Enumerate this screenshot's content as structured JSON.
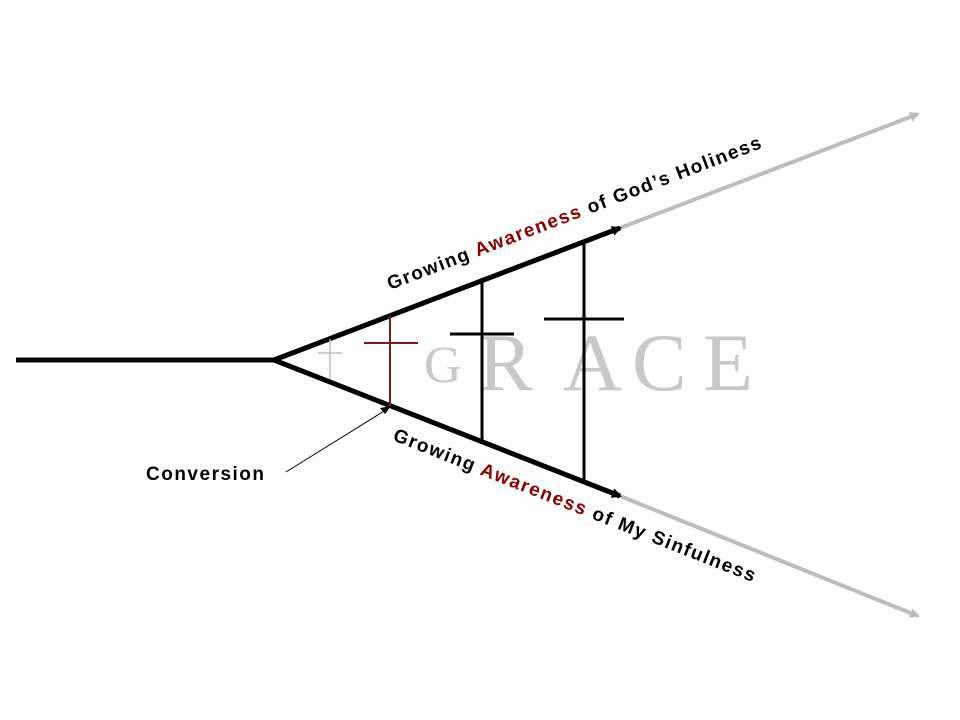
{
  "top_label": {
    "pre": "Growing ",
    "highlight": "Awareness",
    "post": " of God’s Holiness"
  },
  "bottom_label": {
    "pre": "Growing ",
    "highlight": "Awareness",
    "post": " of My Sinfulness"
  },
  "conversion_label": "Conversion",
  "grace_letters": [
    "G",
    "R",
    "A",
    "C",
    "E"
  ],
  "colors": {
    "accent": "#8b0000",
    "gray_line": "#bdbdbd",
    "grace_text": "#c8c8c8",
    "cross_gray": "#bdbdbd",
    "cross_red": "#7a1a1a",
    "black": "#000000"
  }
}
